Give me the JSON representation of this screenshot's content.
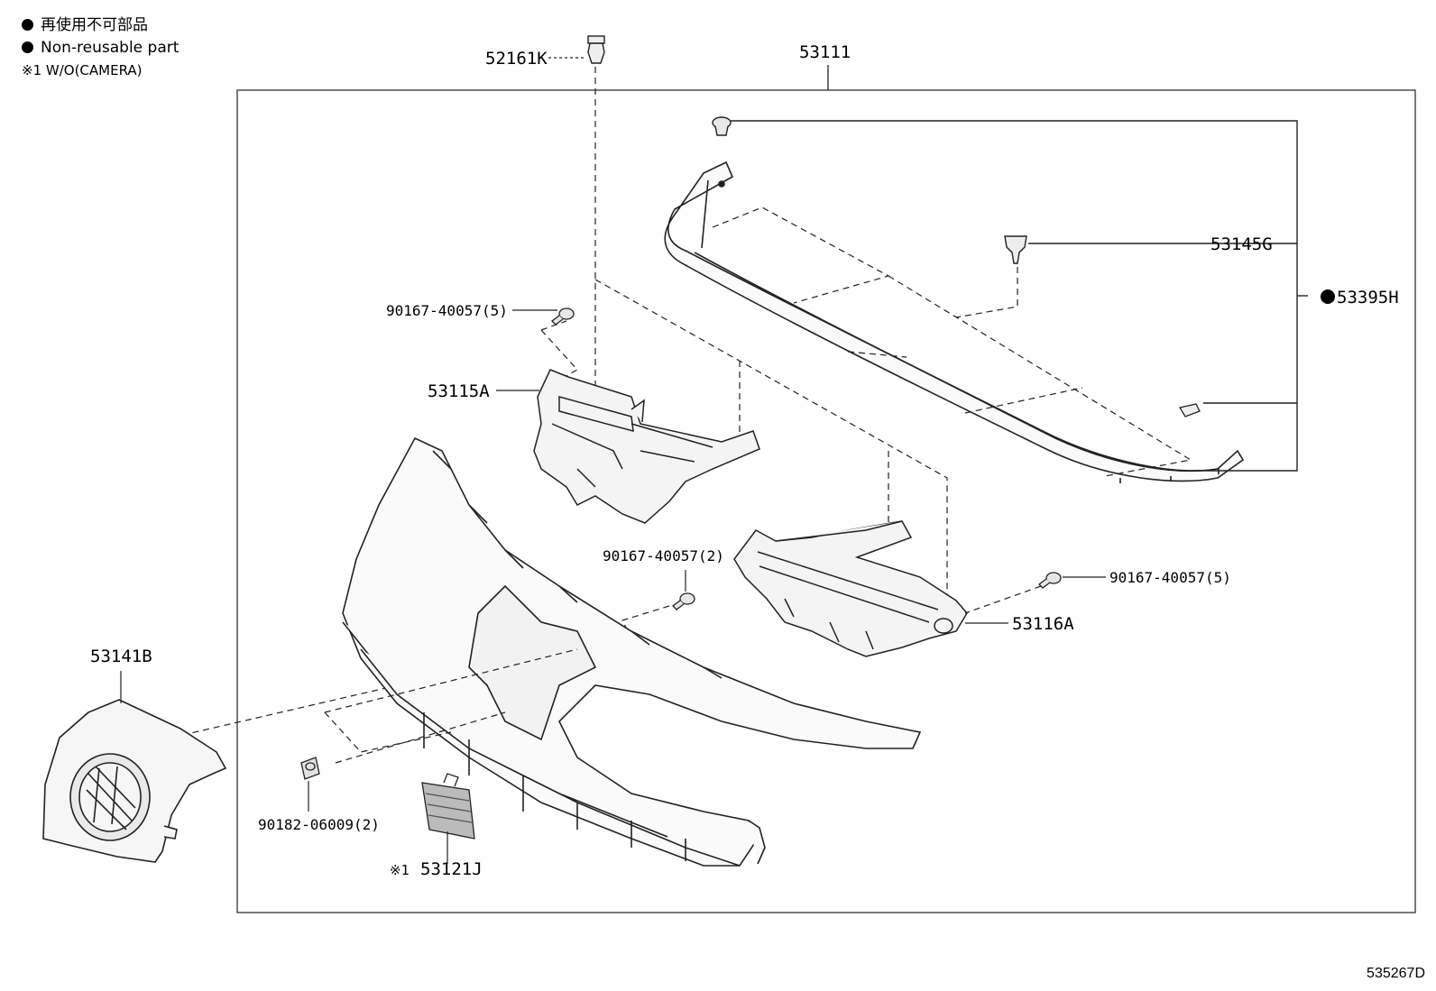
{
  "legend": {
    "line1": "再使用不可部品",
    "line2": "Non-reusable part",
    "line3": "※1 W/O(CAMERA)"
  },
  "diagram_code": "535267D",
  "parts": {
    "p52161K": "52161K",
    "p53111": "53111",
    "p53145G": "53145G",
    "p53395H": "53395H",
    "p90167_top": "90167-40057(5)",
    "p53115A": "53115A",
    "p90167_mid": "90167-40057(2)",
    "p90167_right": "90167-40057(5)",
    "p53116A": "53116A",
    "p53141B": "53141B",
    "p90182": "90182-06009(2)",
    "p53121J_note": "※1",
    "p53121J": "53121J"
  },
  "markers": {
    "non_reusable_symbol": "filled-circle",
    "non_reusable_parts": [
      "53395H"
    ]
  }
}
